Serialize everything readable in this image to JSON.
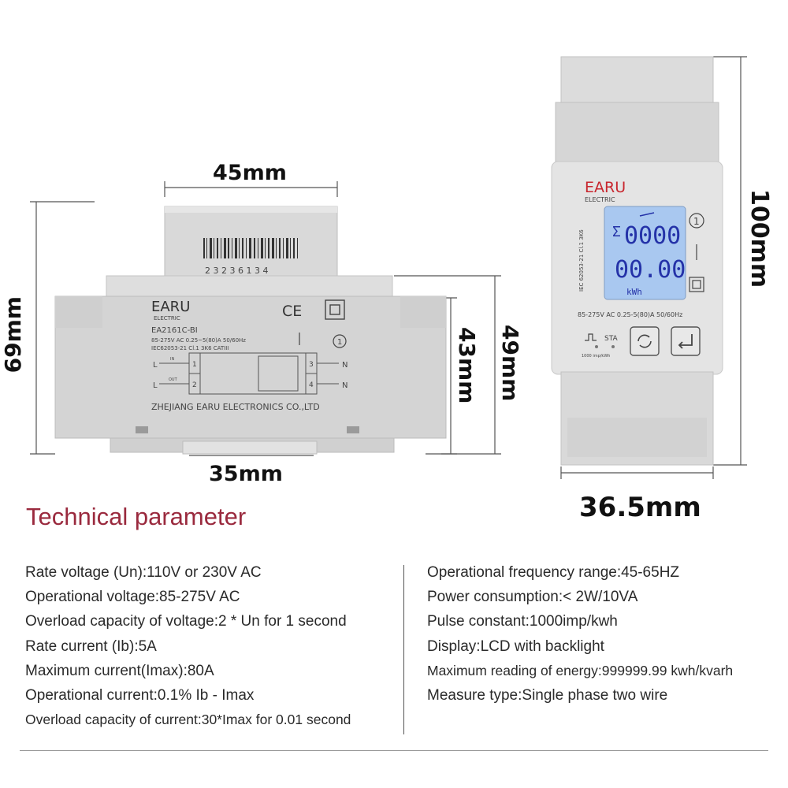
{
  "dimensions": {
    "width_top": "45mm",
    "height_left": "69mm",
    "height_inner": "43mm",
    "height_body": "49mm",
    "rail_width": "35mm",
    "side_height": "100mm",
    "side_width": "36.5mm"
  },
  "front_meter": {
    "barcode_number": "2 3 2 3 6 1 3 4",
    "brand": "EARU",
    "brand_sub": "ELECTRIC",
    "ce_mark": "CE",
    "model": "EA2161C-BI",
    "spec_line1": "85-275V AC  0.25~5(80)A  50/60Hz",
    "spec_line2": "IEC62053-21  Cl.1  3K6  CATIII",
    "class_mark": "1",
    "terminal_L_in": "L",
    "terminal_L_out": "L",
    "terminal_N_in": "N",
    "terminal_N_out": "N",
    "in_label": "IN",
    "out_label": "OUT",
    "t1": "1",
    "t2": "2",
    "t3": "3",
    "t4": "4",
    "manufacturer": "ZHEJIANG EARU ELECTRONICS CO.,LTD"
  },
  "side_meter": {
    "brand": "EARU",
    "brand_sub": "ELECTRIC",
    "side_text": "IEC 62053-21  Cl.1  3K6",
    "sigma": "Σ",
    "lcd_top": "0000",
    "lcd_bottom": "00.00",
    "unit": "kWh",
    "class_mark": "1",
    "spec": "85-275V AC  0.25-5(80)A  50/60Hz",
    "sta_label": "STA",
    "pulse_note": "1000 imp/kWh"
  },
  "section_title": "Technical parameter",
  "params_left": [
    "Rate voltage (Un):110V or 230V AC",
    "Operational voltage:85-275V AC",
    "Overload capacity of voltage:2 * Un for 1 second",
    "Rate current (Ib):5A",
    "Maximum current(Imax):80A",
    "Operational current:0.1% Ib - Imax",
    "Overload capacity of current:30*Imax for 0.01 second"
  ],
  "params_right": [
    "Operational frequency range:45-65HZ",
    "Power consumption:< 2W/10VA",
    "Pulse constant:1000imp/kwh",
    "Display:LCD with backlight",
    "Maximum reading of energy:999999.99 kwh/kvarh",
    "Measure type:Single phase two wire"
  ],
  "colors": {
    "title": "#9a2a3e",
    "housing": "#dcdcdc",
    "lcd_background": "#a9c8f0",
    "brand_red": "#c8262e"
  }
}
